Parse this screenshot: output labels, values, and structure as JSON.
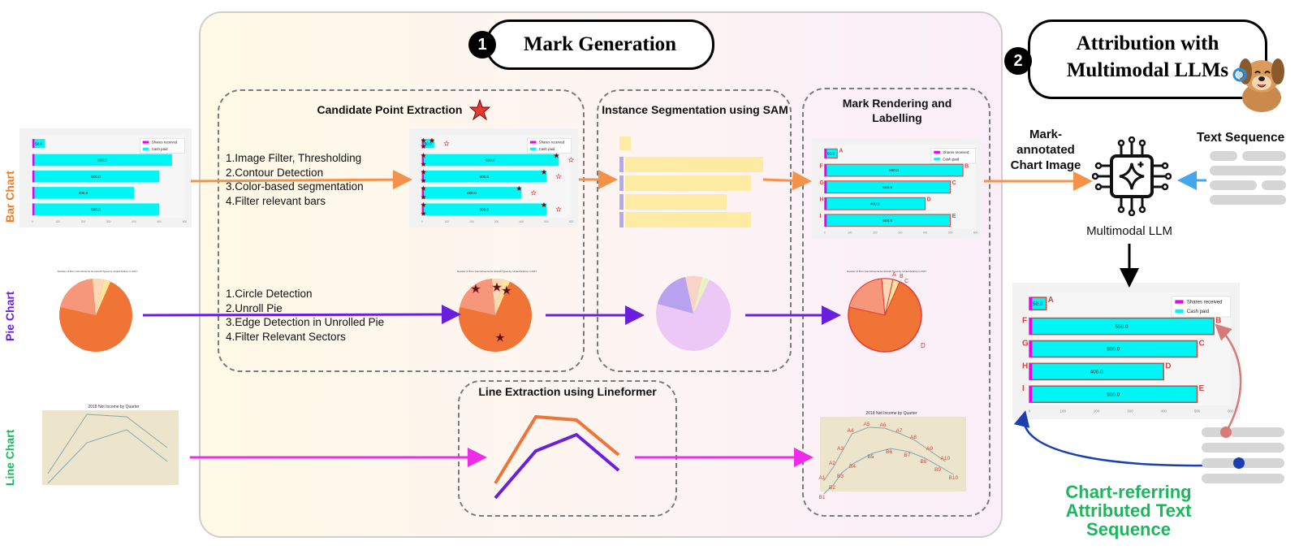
{
  "header": {
    "step1_number": "1",
    "step1_title": "Mark Generation",
    "step2_number": "2",
    "step2_title_line1": "Attribution with",
    "step2_title_line2": "Multimodal LLMs"
  },
  "row_labels": {
    "bar": "Bar Chart",
    "pie": "Pie Chart",
    "line": "Line Chart"
  },
  "stages": {
    "candidate": {
      "title": "Candidate Point Extraction",
      "bar_steps": [
        "1.",
        "Image Filter, Thresholding",
        "2.",
        "Contour Detection",
        "3.",
        "Color-based segmentation",
        "4.",
        "Filter relevant bars"
      ],
      "pie_steps": [
        "1.",
        "Circle Detection",
        "2.",
        "Unroll Pie",
        "3.",
        "Edge Detection in Unrolled Pie",
        "4.",
        "Filter Relevant Sectors"
      ]
    },
    "sam": {
      "title": "Instance Segmentation using SAM"
    },
    "rendering": {
      "title_line1": "Mark Rendering and",
      "title_line2": "Labelling"
    },
    "lineformer": {
      "title": "Line Extraction using Lineformer"
    }
  },
  "right": {
    "mark_annotated_line1": "Mark-",
    "mark_annotated_line2": "annotated",
    "mark_annotated_line3": "Chart Image",
    "text_sequence": "Text Sequence",
    "llm_label": "Multimodal LLM",
    "output_line1": "Chart-referring",
    "output_line2": "Attributed Text",
    "output_line3": "Sequence"
  },
  "bar_chart": {
    "legend": [
      "Shares received",
      "Cash paid"
    ],
    "values": [
      50.0,
      550.0,
      500.0,
      400.0,
      500.0
    ],
    "value_labels": [
      "50.0",
      "550.0",
      "500.0",
      "400.0",
      "500.0"
    ],
    "xlim": [
      0,
      600
    ],
    "mark_labels": [
      "A",
      "B",
      "C",
      "D",
      "E",
      "F",
      "G",
      "H",
      "I"
    ]
  },
  "line_chart": {
    "title": "2018 Net Income by Quarter",
    "labels_top": [
      "A1",
      "A2",
      "A3",
      "A4",
      "A5",
      "A6",
      "A7",
      "A8",
      "A9",
      "A10"
    ],
    "labels_bottom": [
      "B1",
      "B2",
      "B3",
      "B4",
      "B5",
      "B6",
      "B7",
      "B8",
      "B9",
      "B10"
    ]
  },
  "pie_chart": {
    "title": "Number of Firm Commitments for Aircraft Types by United Airlines in 2017",
    "marks": [
      "A",
      "B",
      "C",
      "D"
    ]
  },
  "colors": {
    "orange_arrow": "#f5924a",
    "purple_arrow": "#6a1ee0",
    "magenta_arrow": "#ee2be9",
    "blue_arrow": "#43a6ef",
    "bar_cyan": "#00f5f5",
    "bar_magenta": "#ee00ee",
    "mark_red": "#e0413b",
    "pie_orange": "#f07436",
    "green_text": "#1cb75b",
    "bar_label": "#f07a2a",
    "pie_label": "#6a1ee0",
    "line_label": "#1cb75b"
  }
}
